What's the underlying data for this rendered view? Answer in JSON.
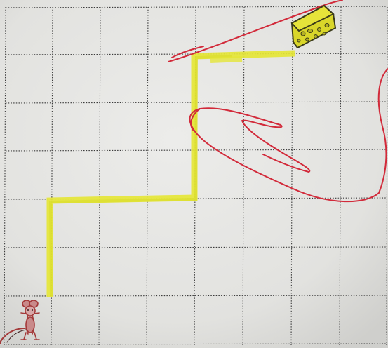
{
  "photo": {
    "subject": "maze-grid-worksheet",
    "grid": {
      "columns": 8,
      "rows": 7,
      "line_style": "dotted"
    },
    "colors": {
      "paper": "#e4e4e1",
      "paper_shadow": "#cfcfcc",
      "grid_line": "#3a3a3a",
      "path_highlight": "#e0e23a",
      "scribble": "#d22a3a",
      "cheese": "#d9d62a",
      "cheese_outline": "#3a3a1a",
      "mouse": "#a43a3a"
    },
    "items": [
      {
        "name": "mouse-icon",
        "grid_cell": [
          0,
          6
        ],
        "description": "start"
      },
      {
        "name": "cheese-icon",
        "grid_cell": [
          6,
          0
        ],
        "description": "goal"
      }
    ],
    "path_cells": [
      [
        1,
        6
      ],
      [
        1,
        4
      ],
      [
        4,
        4
      ],
      [
        4,
        1
      ],
      [
        6,
        1
      ]
    ]
  }
}
